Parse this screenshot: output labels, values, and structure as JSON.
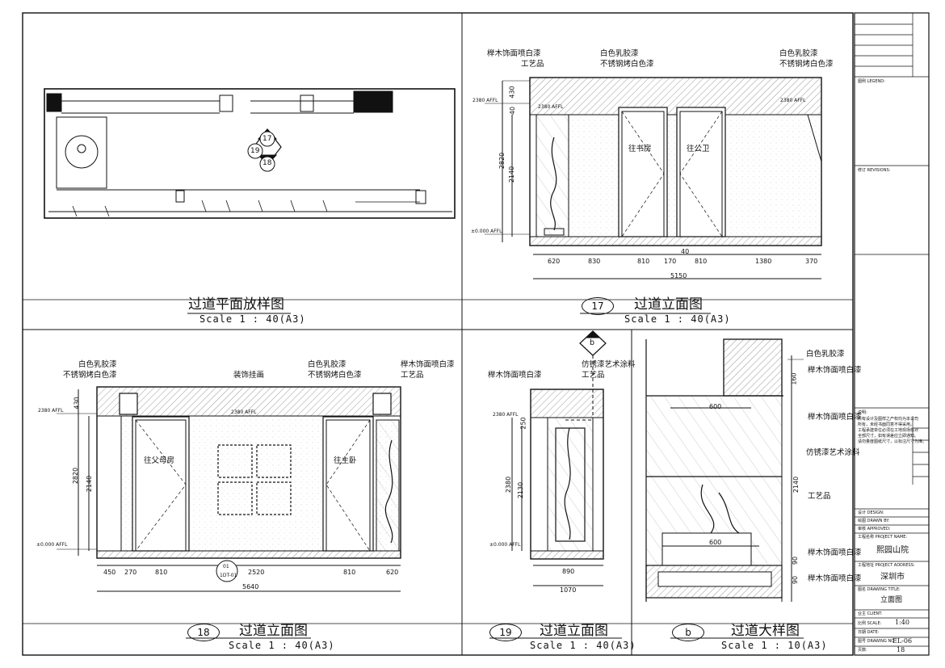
{
  "panels": {
    "plan": {
      "title": "过道平面放样图",
      "scale": "Scale 1 : 40(A3)",
      "markers": [
        "17",
        "19",
        "18"
      ]
    },
    "elev17": {
      "number": "17",
      "title": "过道立面图",
      "scale": "Scale 1 : 40(A3)",
      "labels": [
        "榉木饰面喷白漆",
        "工艺品",
        "白色乳胶漆",
        "不锈钢烤白色漆",
        "白色乳胶漆",
        "不锈钢烤白色漆"
      ],
      "doors": [
        "往书房",
        "往公卫"
      ],
      "levels": [
        "2380 AFFL",
        "2380 AFFL",
        "2380 AFFL",
        "±0.000 AFFL"
      ],
      "vdims": [
        "430",
        "40",
        "2820",
        "2140"
      ],
      "hdims": [
        "620",
        "830",
        "810",
        "170",
        "40",
        "810",
        "1380",
        "370"
      ],
      "total": "5150"
    },
    "elev18": {
      "number": "18",
      "title": "过道立面图",
      "scale": "Scale 1 : 40(A3)",
      "labels": [
        "白色乳胶漆",
        "不锈钢烤白色漆",
        "装饰挂画",
        "白色乳胶漆",
        "不锈钢烤白色漆",
        "榉木饰面喷白漆",
        "工艺品"
      ],
      "doors": [
        "往父母房",
        "往主卧"
      ],
      "levels": [
        "2380 AFFL",
        "2380 AFFL",
        "±0.000 AFFL"
      ],
      "vdims": [
        "430",
        "2820",
        "2140"
      ],
      "hdims": [
        "450",
        "270",
        "810",
        "2520",
        "810",
        "620"
      ],
      "total": "5640",
      "marker": {
        "top": "01",
        "bottom": "1DT-01"
      }
    },
    "elev19": {
      "number": "19",
      "title": "过道立面图",
      "scale": "Scale 1 : 40(A3)",
      "marker": "b",
      "labels": [
        "榉木饰面喷白漆",
        "仿锈漆艺术涂料",
        "工艺品"
      ],
      "levels": [
        "2380 AFFL",
        "±0.000 AFFL"
      ],
      "vdims": [
        "250",
        "2380",
        "2130"
      ],
      "hdims": [
        "890"
      ],
      "total": "1070"
    },
    "detailB": {
      "number": "b",
      "title": "过道大样图",
      "scale": "Scale 1 : 10(A3)",
      "labels": [
        "白色乳胶漆",
        "榉木饰面喷白漆",
        "榉木饰面喷白漆",
        "仿锈漆艺术涂料",
        "工艺品",
        "榉木饰面喷白漆",
        "榉木饰面喷白漆"
      ],
      "dims": [
        "160",
        "600",
        "2140",
        "600",
        "90",
        "90"
      ]
    }
  },
  "titleblock": {
    "legend_label": "图例 LEGEND:",
    "revisions_label": "修订 REVISIONS:",
    "notes_label": "说明:",
    "notes": [
      "所有设计及图样之产权均为本公司",
      "所有，未经书面同意不得采用。",
      "工程承建单位必须在工地现场核对",
      "全部尺寸，如有误差应立即通知。",
      "请勿量度图纸尺寸，以标注尺寸为准。"
    ],
    "design_label": "设计 DESIGN:",
    "drawn_label": "绘图 DRAWN BY:",
    "approved_label": "审核 APPROVED:",
    "project_label": "工程名称 PROJECT NAME:",
    "project": "熙园山院",
    "address_label": "工程地址 PROJECT ADDRESS:",
    "address": "深圳市",
    "drawing_title_label": "图名 DRAWING TITLE:",
    "drawing_title": "立面图",
    "client_label": "业主 CLIENT:",
    "scale_label": "比例 SCALE:",
    "scale": "1:40",
    "date_label": "日期 DATE:",
    "drawing_no_label": "图号 DRAWING NO:",
    "drawing_no": "EL-06",
    "sheet_label": "页数:",
    "sheet": "18"
  }
}
